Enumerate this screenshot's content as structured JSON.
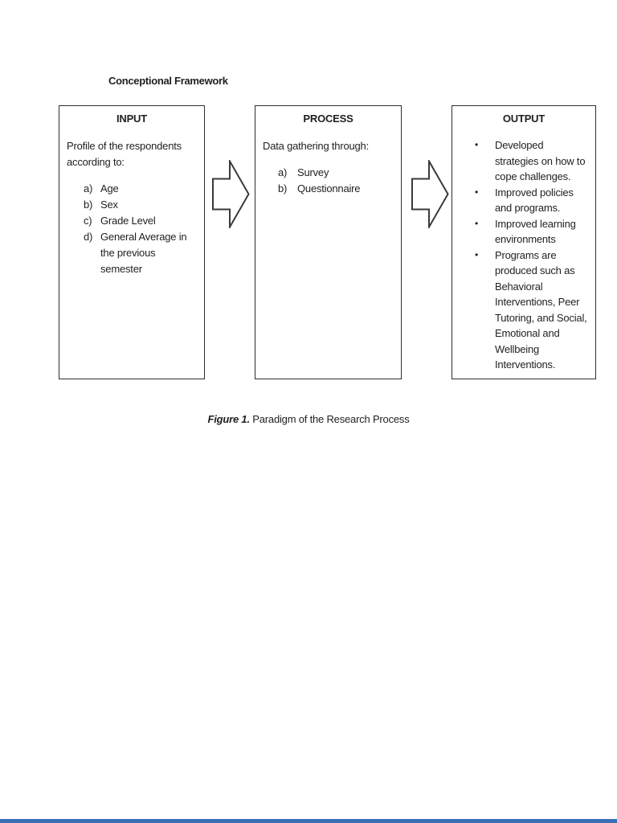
{
  "page": {
    "heading": "Conceptional Framework",
    "caption": {
      "label": "Figure 1.",
      "text": " Paradigm of the Research Process"
    },
    "bottom_bar_color": "#3b6fb5"
  },
  "diagram": {
    "boxes": [
      {
        "title": "INPUT",
        "intro": "Profile of the respondents\naccording to:",
        "items": [
          {
            "marker": "a)",
            "text": "Age"
          },
          {
            "marker": "b)",
            "text": "Sex"
          },
          {
            "marker": "c)",
            "text": "Grade Level"
          },
          {
            "marker": "d)",
            "text": "General Average in\nthe previous\nsemester"
          }
        ]
      },
      {
        "title": "PROCESS",
        "intro": "Data gathering through:",
        "items": [
          {
            "marker": "a)",
            "text": "Survey"
          },
          {
            "marker": "b)",
            "text": "Questionnaire"
          }
        ]
      },
      {
        "title": "OUTPUT",
        "items": [
          {
            "marker": "•",
            "text": "Developed\nstrategies on how to\ncope challenges."
          },
          {
            "marker": "•",
            "text": "Improved policies\nand programs."
          },
          {
            "marker": "•",
            "text": "Improved learning\nenvironments"
          },
          {
            "marker": "•",
            "text": "Programs are\nproduced such as\nBehavioral\nInterventions, Peer\nTutoring, and Social,\nEmotional and\nWellbeing\nInterventions."
          }
        ]
      }
    ]
  }
}
